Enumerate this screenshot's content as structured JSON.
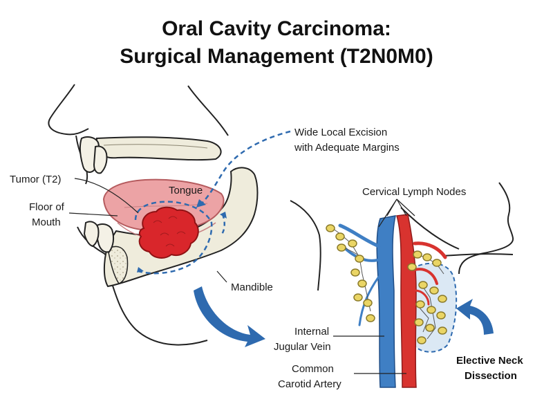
{
  "title_line1": "Oral Cavity Carcinoma:",
  "title_line2": "Surgical Management (T2N0M0)",
  "labels": {
    "excision_1": "Wide Local Excision",
    "excision_2": "with Adequate Margins",
    "tumor": "Tumor (T2)",
    "tongue": "Tongue",
    "floor_1": "Floor of",
    "floor_2": "Mouth",
    "mandible": "Mandible",
    "lymph_nodes": "Cervical Lymph Nodes",
    "ijv_1": "Internal",
    "ijv_2": "Jugular Vein",
    "cca_1": "Common",
    "cca_2": "Carotid Artery",
    "neck_1": "Elective Neck",
    "neck_2": "Dissection"
  },
  "colors": {
    "tumor": "#d9262b",
    "tongue": "#eca3a5",
    "bone": "#efecdc",
    "vein": "#3f7fc4",
    "artery": "#d8332f",
    "node": "#ead565",
    "arrow": "#2e6aaf",
    "dissection_zone": "#dbe8f4"
  }
}
